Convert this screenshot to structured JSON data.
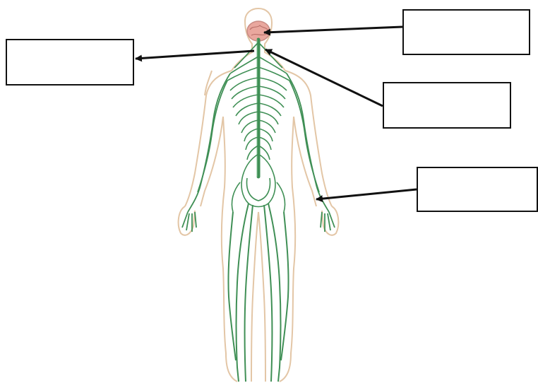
{
  "diagram": {
    "labels": [
      {
        "id": "brain",
        "text": ""
      },
      {
        "id": "left",
        "text": ""
      },
      {
        "id": "spinal-cord",
        "text": ""
      },
      {
        "id": "peripheral-nerve",
        "text": ""
      }
    ]
  },
  "colors": {
    "nerve": "#3f8f55",
    "nerve_light": "#7fc08f",
    "skin_outline": "#e3c6a6",
    "brain": "#e9a79e",
    "arrow": "#111111"
  },
  "icons": [
    "arrowhead-icon"
  ]
}
